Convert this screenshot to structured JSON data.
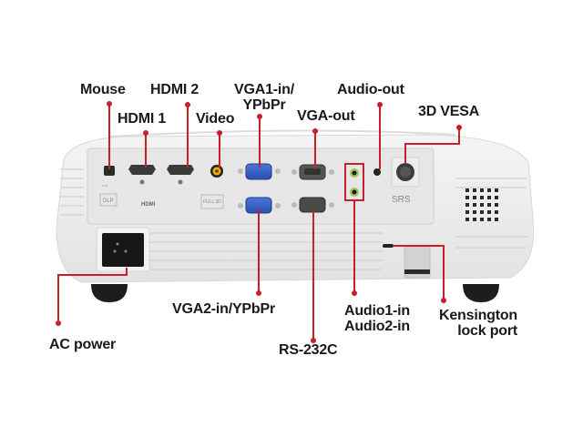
{
  "diagram": {
    "subject": "Projector rear panel connectors",
    "accent_color": "#c8202a",
    "labels": {
      "mouse": "Mouse",
      "hdmi1": "HDMI 1",
      "hdmi2": "HDMI 2",
      "video": "Video",
      "vga1_line1": "VGA1-in/",
      "vga1_line2": "YPbPr",
      "vga_out": "VGA-out",
      "audio_out": "Audio-out",
      "vesa_3d": "3D VESA",
      "vga2": "VGA2-in/YPbPr",
      "rs232": "RS-232C",
      "audio_in_line1": "Audio1-in",
      "audio_in_line2": "Audio2-in",
      "kensington_line1": "Kensington",
      "kensington_line2": "lock port",
      "ac_power": "AC power"
    },
    "panel_marks": {
      "hdmi_logo": "HDMI",
      "dlp_logo": "DLP",
      "full3d_logo": "FULL 3D",
      "srs_logo": "SRS"
    }
  }
}
